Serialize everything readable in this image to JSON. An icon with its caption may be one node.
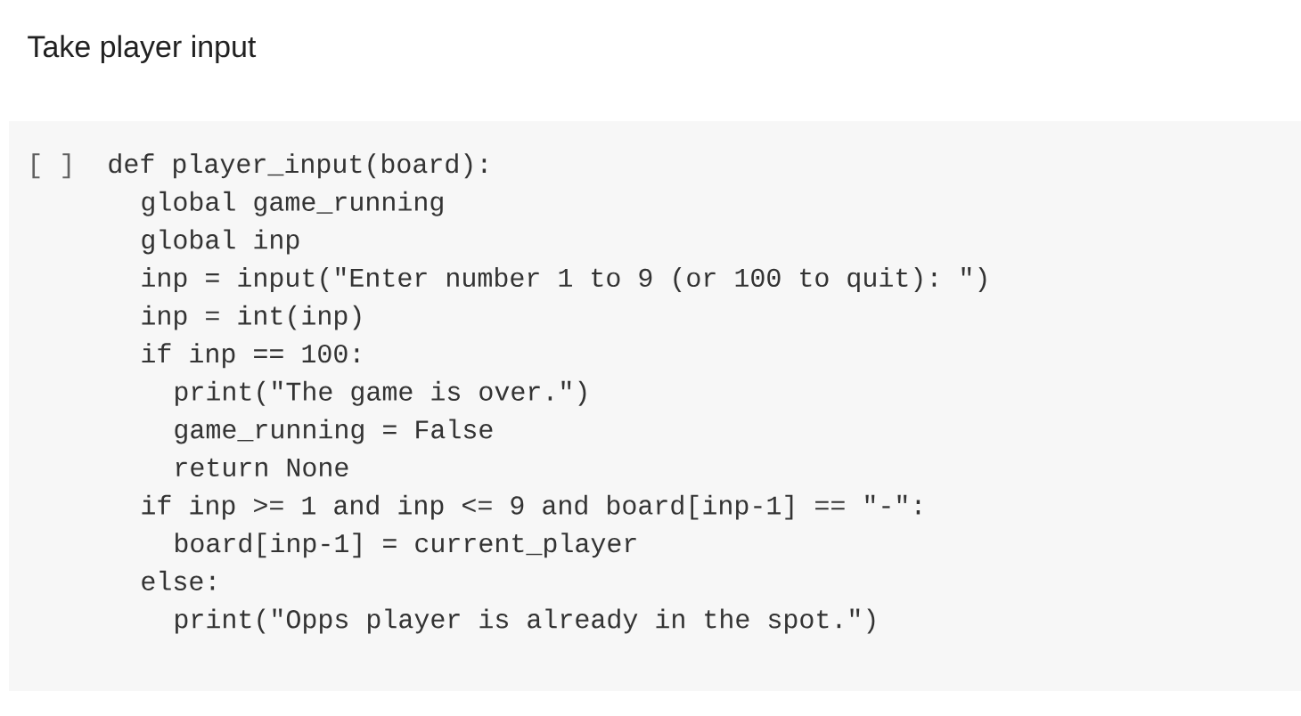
{
  "diagram": {
    "title": "Take player input",
    "labels": [
      "[ ]",
      "def player_input(board):",
      "global game_running",
      "global inp",
      "inp = input(\"Enter number 1 to 9 (or 100 to quit): \")",
      "inp = int(inp)",
      "if inp == 100:",
      "print(\"The game is over.\")",
      "game_running = False",
      "return None",
      "if inp >= 1 and inp <= 9 and board[inp-1] == \"-\":",
      "board[inp-1] = current_player",
      "else:",
      "print(\"Opps player is already in the spot.\")"
    ]
  }
}
